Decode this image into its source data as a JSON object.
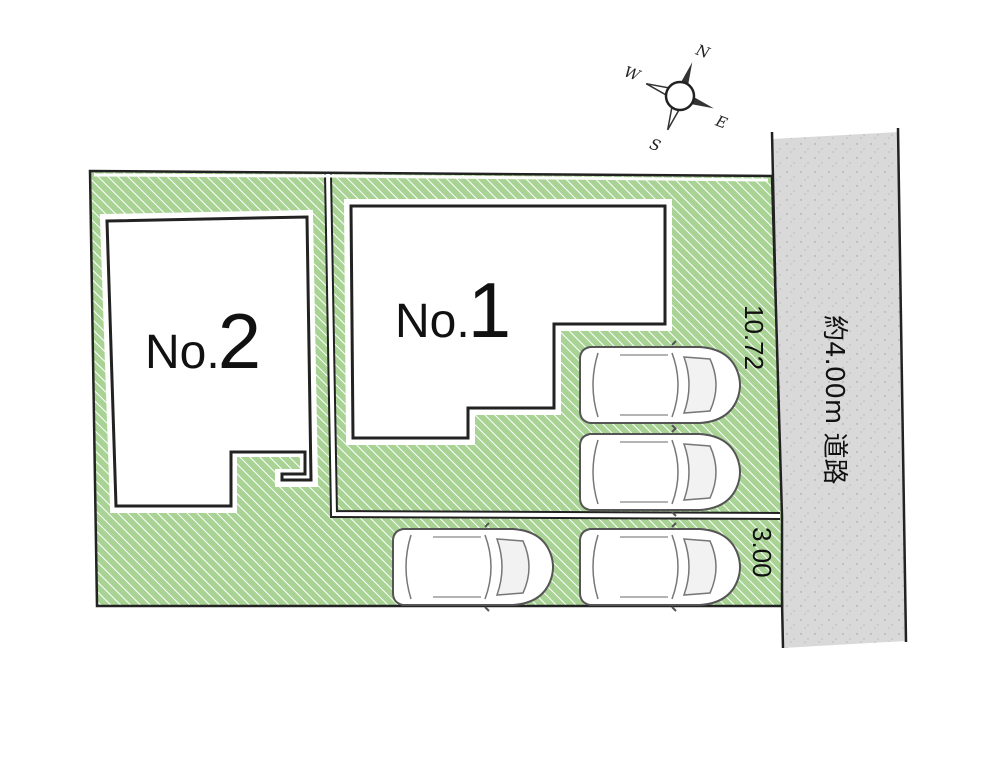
{
  "lots": [
    {
      "label_prefix": "No.",
      "label_number": "1"
    },
    {
      "label_prefix": "No.",
      "label_number": "2"
    }
  ],
  "dimensions": {
    "frontage": "10.72",
    "driveway_width": "3.00"
  },
  "road": {
    "label": "約4.00m 道路"
  },
  "compass": {
    "north": "N",
    "east": "E",
    "south": "S",
    "west": "W"
  },
  "colors": {
    "lot_fill": "#a9d395",
    "hatch": "#ffffff",
    "road_fill": "#d9d9d9",
    "outline": "#222222"
  }
}
